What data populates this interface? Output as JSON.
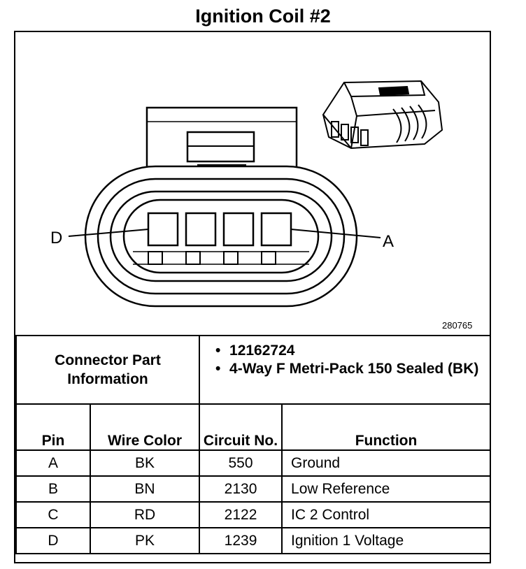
{
  "title": "Ignition Coil #2",
  "figure_number": "280765",
  "pin_labels": {
    "left": "D",
    "right": "A"
  },
  "connector_info": {
    "label": "Connector Part Information",
    "part_number": "12162724",
    "description": "4-Way F Metri-Pack 150 Sealed (BK)"
  },
  "table": {
    "headers": {
      "pin": "Pin",
      "wire_color": "Wire Color",
      "circuit": "Circuit No.",
      "function": "Function"
    },
    "rows": [
      {
        "pin": "A",
        "wire_color": "BK",
        "circuit": "550",
        "function": "Ground"
      },
      {
        "pin": "B",
        "wire_color": "BN",
        "circuit": "2130",
        "function": "Low Reference"
      },
      {
        "pin": "C",
        "wire_color": "RD",
        "circuit": "2122",
        "function": "IC 2 Control"
      },
      {
        "pin": "D",
        "wire_color": "PK",
        "circuit": "1239",
        "function": "Ignition 1 Voltage"
      }
    ]
  }
}
